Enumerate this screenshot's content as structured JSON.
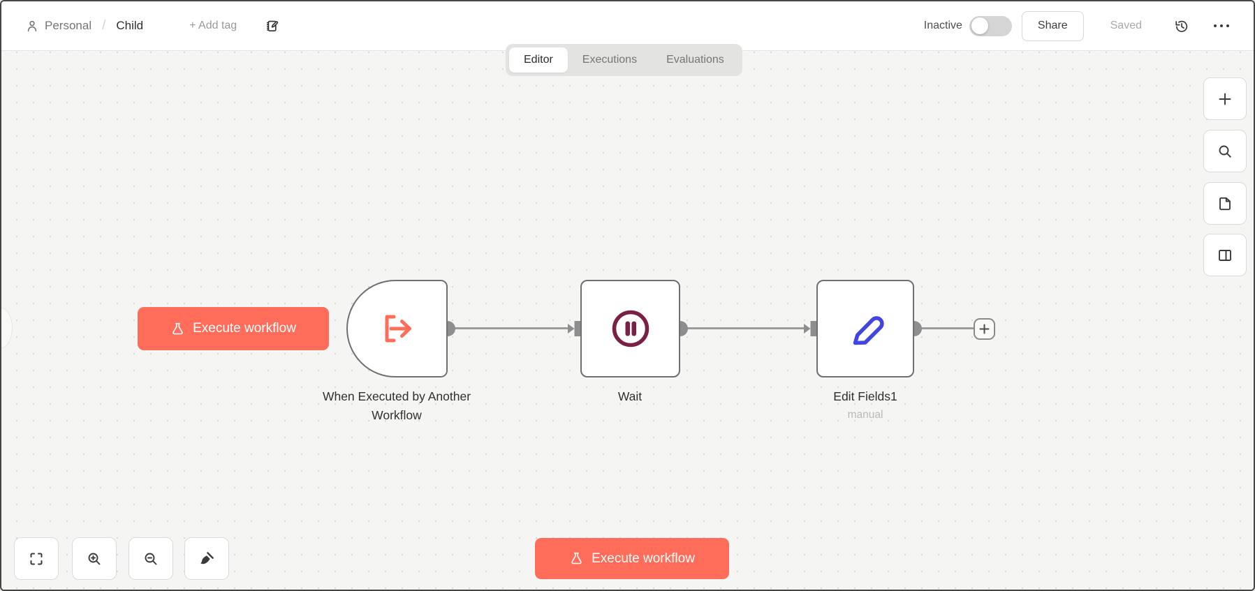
{
  "header": {
    "breadcrumb": {
      "project": "Personal",
      "separator": "/",
      "workflow_title": "Child"
    },
    "add_tag_label": "+ Add tag",
    "activation_label": "Inactive",
    "share_label": "Share",
    "saved_label": "Saved"
  },
  "tabs": {
    "items": [
      {
        "label": "Editor",
        "active": true
      },
      {
        "label": "Executions",
        "active": false
      },
      {
        "label": "Evaluations",
        "active": false
      }
    ]
  },
  "canvas": {
    "execute_button_label": "Execute workflow",
    "bottom_execute_button_label": "Execute workflow",
    "nodes": [
      {
        "label": "When Executed by Another Workflow",
        "type": "execute-workflow-trigger"
      },
      {
        "label": "Wait",
        "type": "wait"
      },
      {
        "label": "Edit Fields1",
        "subtitle": "manual",
        "type": "set"
      }
    ],
    "plus_symbol": "+"
  },
  "colors": {
    "primary_orange": "#ff6d5a",
    "node_border_gray": "#6f6f6f",
    "connector_gray": "#9b9b9b",
    "wait_icon_maroon": "#7a2044",
    "edit_icon_blue": "#4345e0",
    "canvas_background": "#f5f5f3",
    "grid_dot": "#d6d6d4",
    "tabbar_background": "#e3e3e1"
  }
}
